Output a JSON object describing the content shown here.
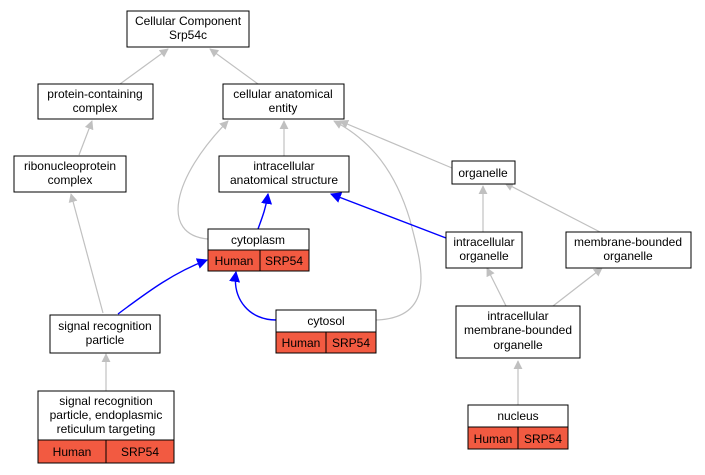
{
  "colors": {
    "annotation_fill": "#f25a41",
    "is_a_edge": "#c0c0c0",
    "part_of_edge": "#0000ff",
    "node_border": "#000000"
  },
  "nodes": {
    "root": {
      "lines": [
        "Cellular Component",
        "Srp54c"
      ]
    },
    "protein_containing_complex": {
      "lines": [
        "protein-containing",
        "complex"
      ]
    },
    "cellular_anatomical_entity": {
      "lines": [
        "cellular anatomical",
        "entity"
      ]
    },
    "ribonucleoprotein_complex": {
      "lines": [
        "ribonucleoprotein",
        "complex"
      ]
    },
    "intracellular_anatomical_structure": {
      "lines": [
        "intracellular",
        "anatomical structure"
      ]
    },
    "organelle": {
      "lines": [
        "organelle"
      ]
    },
    "cytoplasm": {
      "lines": [
        "cytoplasm"
      ],
      "species": "Human",
      "gene": "SRP54"
    },
    "intracellular_organelle": {
      "lines": [
        "intracellular",
        "organelle"
      ]
    },
    "membrane_bounded_organelle": {
      "lines": [
        "membrane-bounded",
        "organelle"
      ]
    },
    "signal_recognition_particle": {
      "lines": [
        "signal recognition",
        "particle"
      ]
    },
    "cytosol": {
      "lines": [
        "cytosol"
      ],
      "species": "Human",
      "gene": "SRP54"
    },
    "intracellular_membrane_bounded_organelle": {
      "lines": [
        "intracellular",
        "membrane-bounded",
        "organelle"
      ]
    },
    "srp_er_targeting": {
      "lines": [
        "signal recognition",
        "particle, endoplasmic",
        "reticulum targeting"
      ],
      "species": "Human",
      "gene": "SRP54"
    },
    "nucleus": {
      "lines": [
        "nucleus"
      ],
      "species": "Human",
      "gene": "SRP54"
    }
  }
}
